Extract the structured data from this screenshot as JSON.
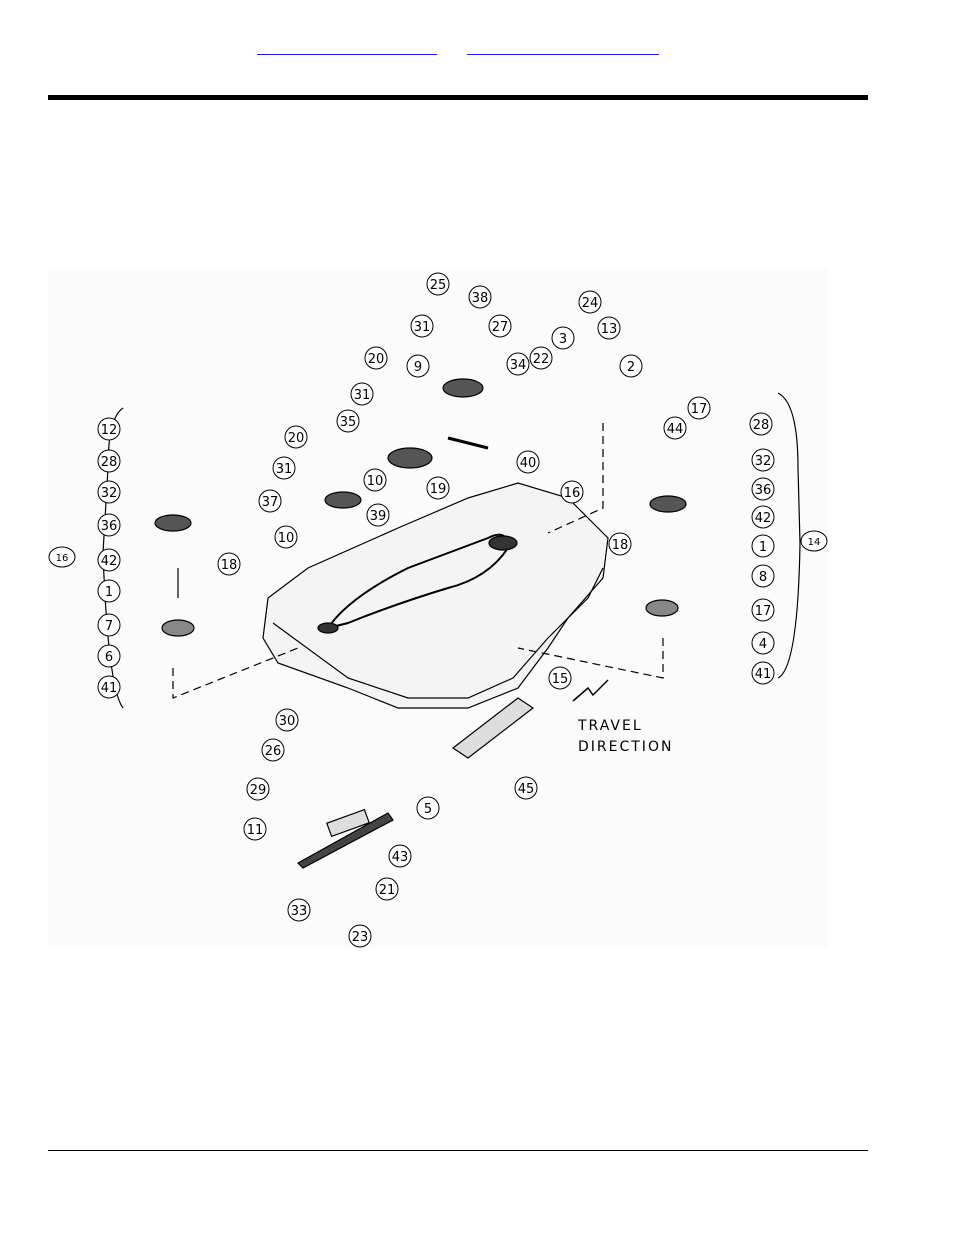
{
  "nav": {
    "link_a": "",
    "link_b": ""
  },
  "diagram": {
    "callouts": [
      "25",
      "38",
      "31",
      "27",
      "24",
      "13",
      "3",
      "2",
      "34",
      "22",
      "20",
      "9",
      "31",
      "35",
      "10",
      "19",
      "40",
      "20",
      "31",
      "37",
      "10",
      "39",
      "16",
      "17",
      "44",
      "28",
      "32",
      "36",
      "42",
      "1",
      "8",
      "17",
      "4",
      "41",
      "18",
      "12",
      "28",
      "32",
      "36",
      "42",
      "1",
      "7",
      "6",
      "41",
      "18",
      "15",
      "30",
      "26",
      "29",
      "5",
      "11",
      "43",
      "21",
      "33",
      "23",
      "45"
    ],
    "group_labels": [
      "16",
      "14"
    ],
    "travel_label_line1": "TRAVEL",
    "travel_label_line2": "DIRECTION"
  }
}
